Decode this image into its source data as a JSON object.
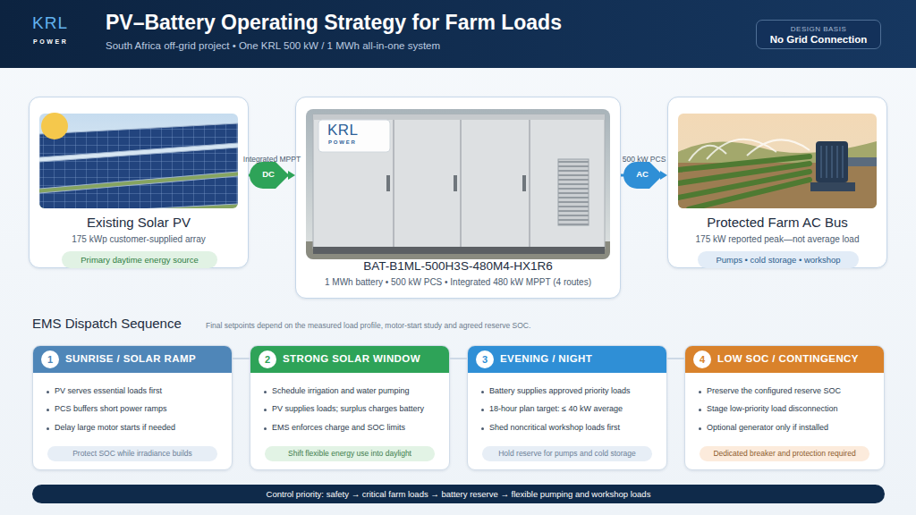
{
  "diagram": {
    "title": "PV–Battery Operating Strategy for Farm Loads",
    "nodes": [
      {
        "text": [
          "DESIGN BASIS",
          "No Grid Connection"
        ]
      },
      {
        "text": [
          "Existing Solar PV",
          "175 kWp customer-supplied array"
        ]
      },
      {
        "text": [
          "Primary daytime energy source"
        ],
        "in": 1
      },
      {
        "text": [
          "BAT-B1ML-500H3S-480M4-HX1R6",
          "1 MWh battery • 500 kW PCS • Integrated 480 kW MPPT (4 routes)"
        ]
      },
      {
        "text": [
          "Protected Farm AC Bus",
          "175 kW reported peak—not average load"
        ]
      },
      {
        "text": [
          "Pumps • cold storage • workshop"
        ],
        "in": 4
      },
      {
        "text": [
          "SUNRISE / SOLAR RAMP",
          "PV serves essential loads first",
          "PCS buffers short power ramps",
          "Delay large motor starts if needed"
        ]
      },
      {
        "text": [
          "1"
        ],
        "in": 6
      },
      {
        "text": [
          "Protect SOC while irradiance builds"
        ],
        "in": 6
      },
      {
        "text": [
          "STRONG SOLAR WINDOW",
          "Schedule irrigation and water pumping",
          "PV supplies loads; surplus charges battery",
          "EMS enforces charge and SOC limits"
        ]
      },
      {
        "text": [
          "2"
        ],
        "in": 9
      },
      {
        "text": [
          "Shift flexible energy use into daylight"
        ],
        "in": 9
      },
      {
        "text": [
          "EVENING / NIGHT",
          "Battery supplies approved priority loads",
          "18-hour plan target: ≤ 40 kW average",
          "Shed noncritical workshop loads first"
        ]
      },
      {
        "text": [
          "3"
        ],
        "in": 12
      },
      {
        "text": [
          "Hold reserve for pumps and cold storage"
        ],
        "in": 12
      },
      {
        "text": [
          "LOW SOC / CONTINGENCY",
          "Preserve the configured reserve SOC",
          "Stage low-priority load disconnection",
          "Optional generator only if installed"
        ]
      },
      {
        "text": [
          "4"
        ],
        "in": 15
      },
      {
        "text": [
          "Dedicated breaker and protection required"
        ],
        "in": 15
      },
      {
        "text": [
          "Control priority: safety → critical farm loads → battery reserve → flexible pumping and workshop loads"
        ]
      }
    ],
    "edges": [
      {
        "from": 1,
        "to": 3,
        "label": "Integrated MPPT",
        "arrow": "to"
      },
      {
        "from": 3,
        "to": 4,
        "label": "500 kW PCS",
        "arrow": "to"
      },
      {
        "from": 6,
        "to": 9,
        "arrow": "none"
      },
      {
        "from": 9,
        "to": 12,
        "arrow": "none"
      },
      {
        "from": 12,
        "to": 15,
        "arrow": "none"
      }
    ],
    "labels": [
      "KRL",
      "POWER",
      "South Africa off-grid project • One KRL 500 kW / 1 MWh all-in-one system",
      "KRL",
      "POWER",
      "DC",
      "AC",
      "EMS Dispatch Sequence",
      "Final setpoints depend on the measured load profile, motor-start study and agreed reserve SOC."
    ]
  }
}
